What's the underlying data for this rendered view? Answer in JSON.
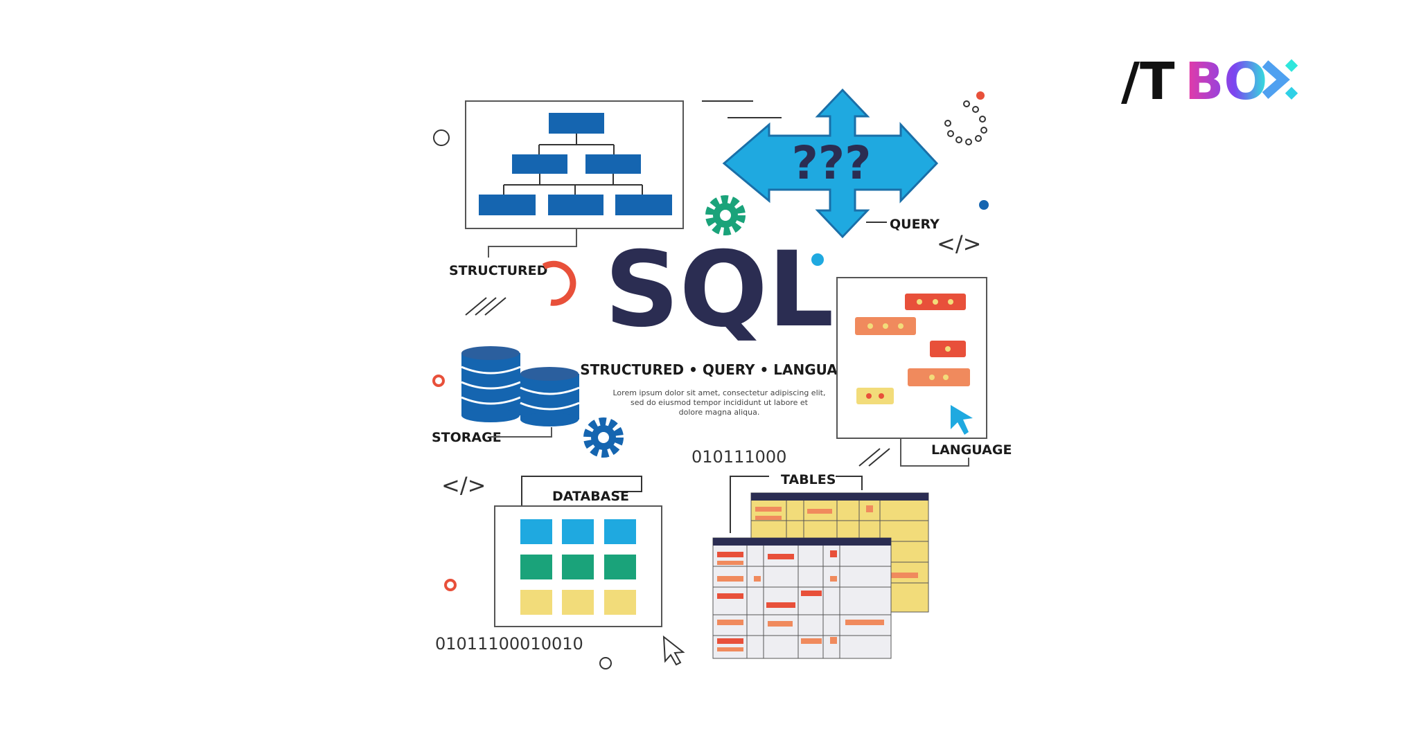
{
  "logo": {
    "text": "/TBOX",
    "colors": [
      "#111111",
      "#e03aa8",
      "#8a3cf0",
      "#2fe0e0"
    ]
  },
  "title": "SQL",
  "subtitle": "STRUCTURED • QUERY • LANGUAGE",
  "description": [
    "Lorem ipsum dolor sit amet, consectetur adipiscing elit,",
    "sed do eiusmod tempor incididunt ut labore et",
    "dolore magna aliqua."
  ],
  "labels": {
    "structured": "STRUCTURED",
    "query": "QUERY",
    "storage": "STORAGE",
    "language": "LANGUAGE",
    "database": "DATABASE",
    "tables": "TABLES"
  },
  "query_marks": "???",
  "binary": [
    "010111000",
    "01011100010010"
  ],
  "code_tag": "</>",
  "colors": {
    "navy": "#2b2d52",
    "blue": "#1565b0",
    "cyan": "#1fa9e0",
    "teal": "#1aa37a",
    "red": "#e8503a",
    "yellow": "#f2dc7a",
    "orange": "#f08a5d"
  }
}
